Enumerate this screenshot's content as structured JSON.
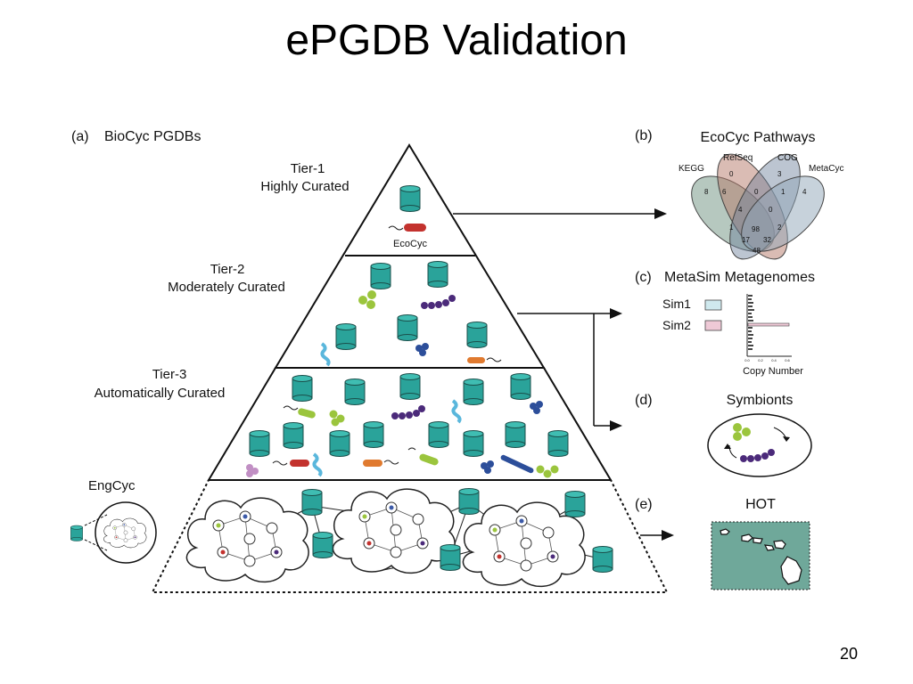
{
  "slide": {
    "title": "ePGDB Validation",
    "page_number": "20"
  },
  "panel_a": {
    "letter": "(a)",
    "heading": "BioCyc PGDBs",
    "tier1_line1": "Tier-1",
    "tier1_line2": "Highly Curated",
    "tier1_db": "EcoCyc",
    "tier2_line1": "Tier-2",
    "tier2_line2": "Moderately Curated",
    "tier3_line1": "Tier-3",
    "tier3_line2": "Automatically Curated",
    "engcyc": "EngCyc"
  },
  "panel_b": {
    "letter": "(b)",
    "heading": "EcoCyc Pathways",
    "sets": [
      "KEGG",
      "RefSeq",
      "COG",
      "MetaCyc"
    ],
    "counts": [
      "8",
      "0",
      "3",
      "4",
      "6",
      "0",
      "1",
      "4",
      "0",
      "1",
      "98",
      "2",
      "17",
      "32",
      "48"
    ]
  },
  "panel_c": {
    "letter": "(c)",
    "heading": "MetaSim Metagenomes",
    "legend": [
      "Sim1",
      "Sim2"
    ],
    "xlabel": "Copy Number",
    "ticks": [
      "0.0",
      "0.2",
      "0.4",
      "0.6"
    ]
  },
  "panel_d": {
    "letter": "(d)",
    "heading": "Symbionts"
  },
  "panel_e": {
    "letter": "(e)",
    "heading": "HOT"
  },
  "colors": {
    "teal": "#2aa39a",
    "teal_dark": "#1d6e68",
    "sim1": "#cfe9ee",
    "sim2": "#eec9d6",
    "map_sea": "#6fa89a"
  }
}
